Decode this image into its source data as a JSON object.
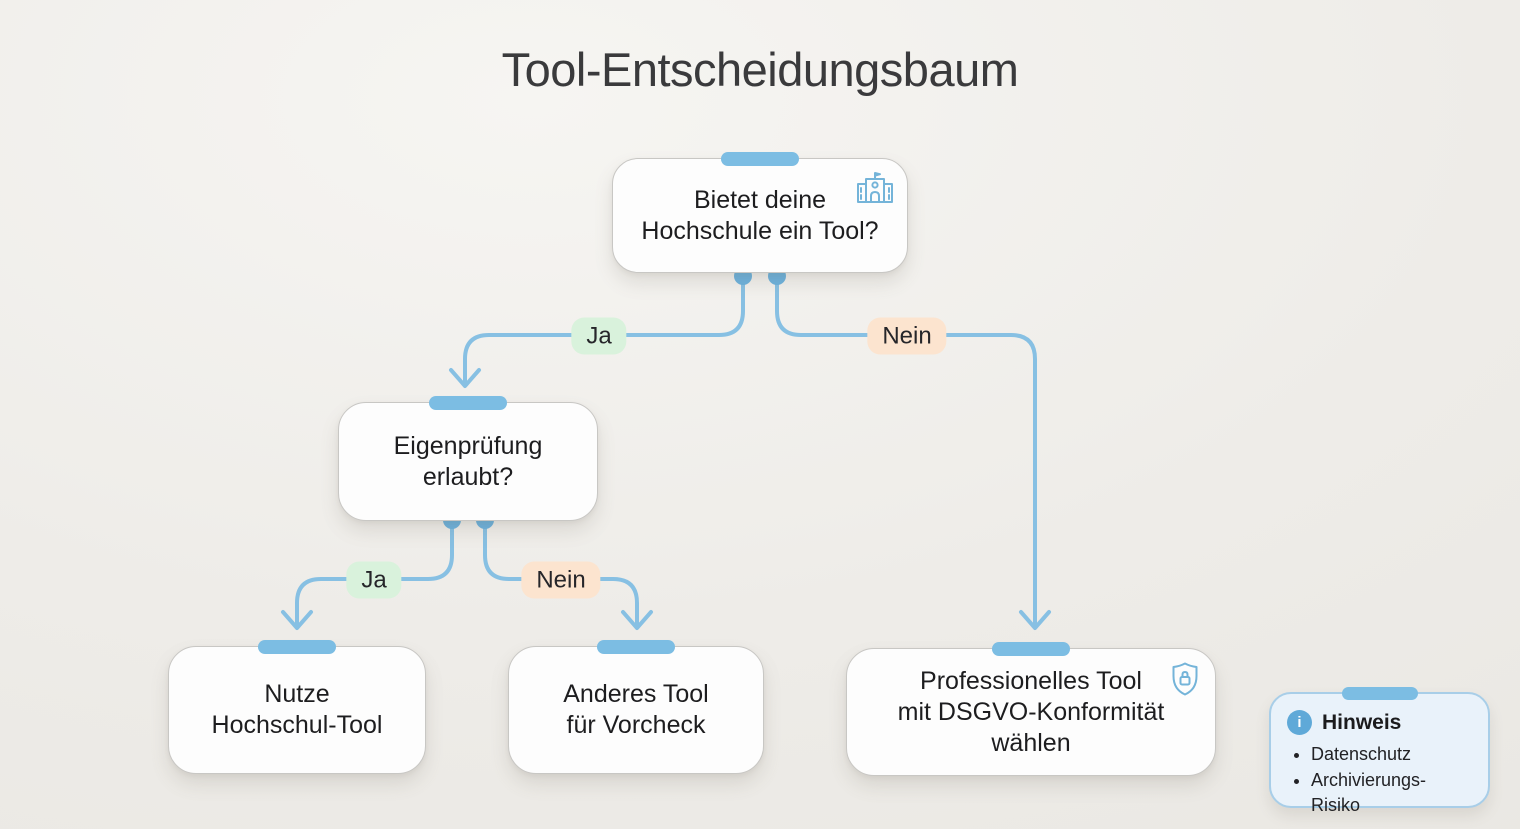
{
  "title": "Tool-Entscheidungsbaum",
  "nodes": {
    "root": {
      "lines": [
        "Bietet deine",
        "Hochschule ein Tool?"
      ],
      "icon": "university-icon"
    },
    "eigenpruefung": {
      "lines": [
        "Eigenprüfung",
        "erlaubt?"
      ]
    },
    "nutze": {
      "lines": [
        "Nutze",
        "Hochschul-Tool"
      ]
    },
    "anderes": {
      "lines": [
        "Anderes Tool",
        "für Vorcheck"
      ]
    },
    "professionell": {
      "lines": [
        "Professionelles Tool",
        "mit DSGVO-Konformität",
        "wählen"
      ],
      "icon": "shield-lock-icon"
    }
  },
  "edges": {
    "root_ja": {
      "label": "Ja"
    },
    "root_nein": {
      "label": "Nein"
    },
    "eigen_ja": {
      "label": "Ja"
    },
    "eigen_nein": {
      "label": "Nein"
    }
  },
  "note": {
    "title": "Hinweis",
    "icon_glyph": "i",
    "items": [
      "Datenschutz",
      "Archivierungs-Risiko"
    ]
  },
  "colors": {
    "accent_blue": "#87c0e3",
    "dot_blue": "#6cb2de",
    "tab_blue": "#7cbde3",
    "ja_green": "#d9f2dc",
    "nein_peach": "#fce4cf",
    "note_bg": "#e9f2fa",
    "note_border": "#a8cee8",
    "node_bg": "#fdfdfd",
    "background": "#edebe7",
    "text_dark": "#1d1d1f"
  }
}
